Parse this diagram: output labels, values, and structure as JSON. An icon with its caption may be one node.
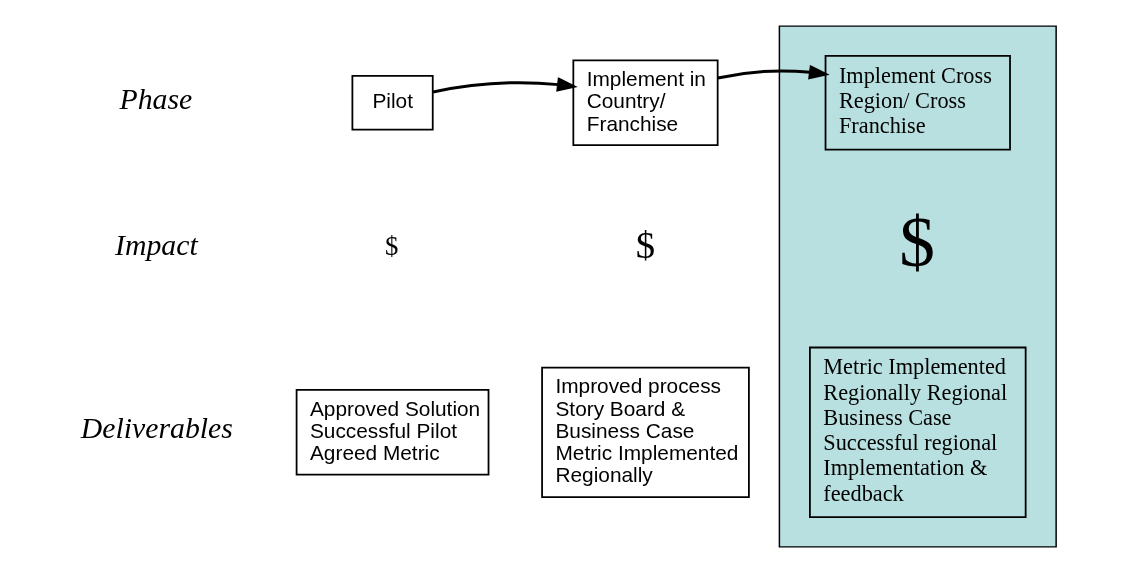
{
  "diagram": {
    "nodes": [
      {
        "text": [
          "Pilot"
        ]
      },
      {
        "text": [
          "Implement in Country/ Franchise"
        ]
      },
      {
        "text": [],
        "shape": "box"
      },
      {
        "text": [
          "Implement Cross Region/ Cross Franchise"
        ],
        "in": 2
      },
      {
        "text": [
          "Approved Solution Successful Pilot Agreed Metric"
        ]
      },
      {
        "text": [
          "Improved process Story Board & Business Case Metric Implemented Regionally"
        ]
      },
      {
        "text": [
          "Metric Implemented Regionally Regional Business Case Successful regional Implementation & feedback"
        ],
        "in": 2
      }
    ],
    "edges": [
      {
        "from": 0,
        "to": 1,
        "arrow": "to"
      },
      {
        "from": 1,
        "to": 3,
        "arrow": "to"
      }
    ],
    "labels": [
      "Phase",
      "Impact",
      "$",
      "$",
      "$",
      "Deliverables"
    ]
  }
}
